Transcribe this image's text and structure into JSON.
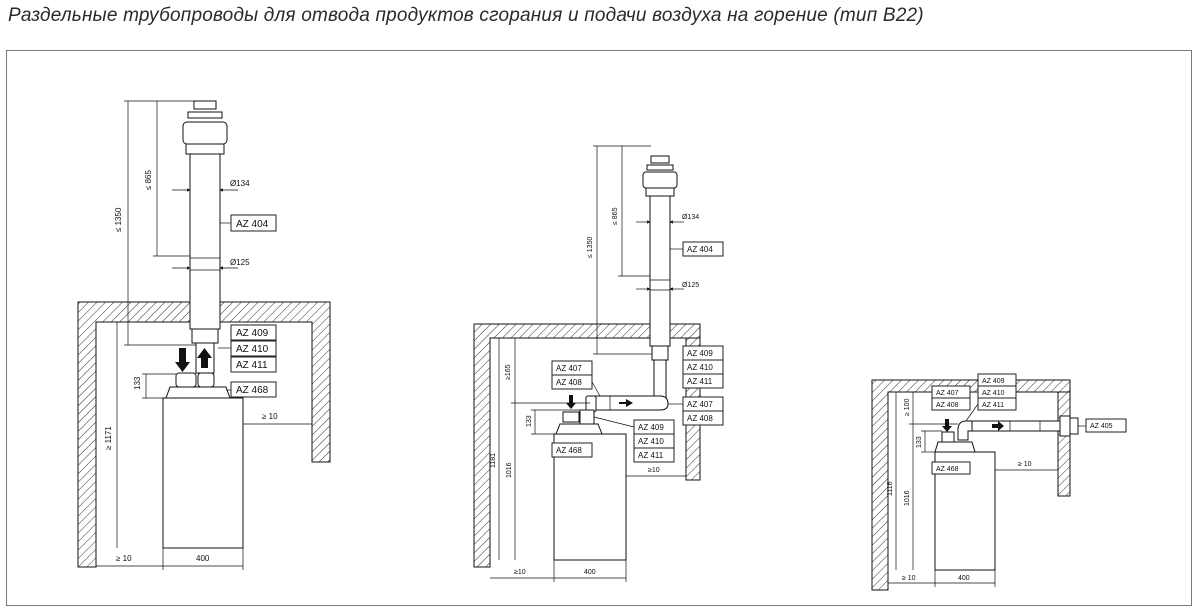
{
  "title": "Раздельные трубопроводы для отвода продуктов сгорания и подачи воздуха на горение (тип B22)",
  "diagram1": {
    "dim_1350": "≤ 1350",
    "dim_865": "≤ 865",
    "dim_134": "Ø134",
    "dim_125": "Ø125",
    "dim_133": "133",
    "dim_1171": "≥ 1171",
    "dim_10_left": "≥ 10",
    "dim_400": "400",
    "dim_10_right": "≥ 10",
    "labels": [
      "AZ 404",
      "AZ 409",
      "AZ 410",
      "AZ 411",
      "AZ 468"
    ]
  },
  "diagram2": {
    "dim_1350": "≤ 1350",
    "dim_865": "≤ 865",
    "dim_134": "Ø134",
    "dim_125": "Ø125",
    "dim_165": "≥165",
    "dim_133": "133",
    "dim_1181": "1181",
    "dim_1016": "1016",
    "dim_10_left": "≥10",
    "dim_400": "400",
    "dim_10_right": "≥10",
    "labels_right_top": [
      "AZ 404",
      "AZ 409",
      "AZ 410",
      "AZ 411",
      "AZ 407",
      "AZ 408"
    ],
    "labels_left": [
      "AZ 407",
      "AZ 408"
    ],
    "labels_lower": [
      "AZ 409",
      "AZ 410",
      "AZ 411"
    ],
    "label_heater": "AZ 468"
  },
  "diagram3": {
    "dim_100": "≥ 100",
    "dim_133": "133",
    "dim_1116": "1116",
    "dim_1016": "1016",
    "dim_10_left": "≥ 10",
    "dim_400": "400",
    "dim_10_right": "≥ 10",
    "labels_top": [
      "AZ 409",
      "AZ 410",
      "AZ 411"
    ],
    "labels_left": [
      "AZ 407",
      "AZ 408"
    ],
    "label_terminal": "AZ 405",
    "label_heater": "AZ 468"
  }
}
